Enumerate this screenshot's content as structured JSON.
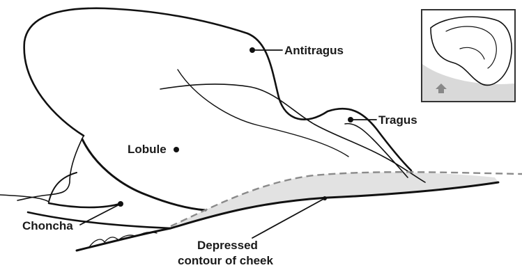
{
  "labels": {
    "antitragus": "Antitragus",
    "tragus": "Tragus",
    "lobule": "Lobule",
    "concha": "Choncha",
    "depressed_line1": "Depressed",
    "depressed_line2": "contour of cheek"
  },
  "colors": {
    "outline": "#111111",
    "shade": "#e0e0e0",
    "dashed": "#8a8a8a",
    "inset_frame": "#333333",
    "inset_bg": "#f2f2f2"
  }
}
